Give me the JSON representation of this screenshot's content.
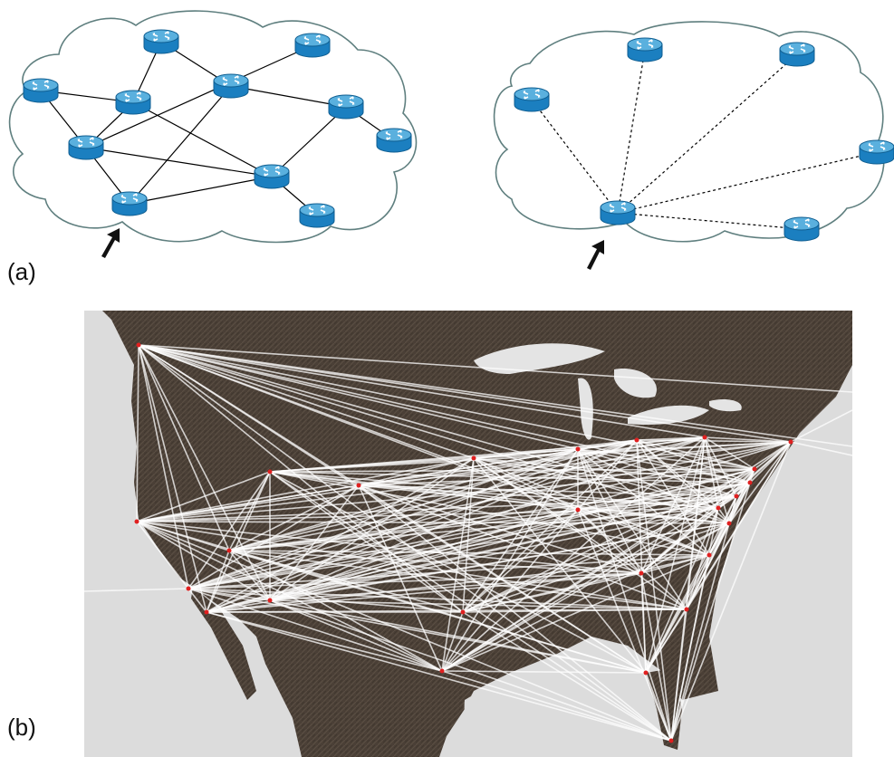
{
  "panel_labels": {
    "a": "(a)",
    "b": "(b)"
  },
  "colors": {
    "router_top": "#5ab0de",
    "router_side": "#1b7fc0",
    "router_edge": "#0f5e91",
    "cloud_stroke": "#5f7f7f",
    "link": "#000000",
    "map_land": "#4a3f36",
    "map_water": "#dcdcdc",
    "map_lakes": "#e4e4e4",
    "flow_line": "#ffffff",
    "city_dot": "#e02020"
  },
  "icons": {
    "router": "router-icon",
    "arrow": "pointer-arrow-icon"
  },
  "diagram_a": {
    "left": {
      "routers": [
        "r1",
        "r2",
        "r3",
        "r4",
        "r5",
        "r6",
        "r7",
        "r8",
        "r9",
        "r10",
        "r11"
      ],
      "links": [
        [
          "r1",
          "r3"
        ],
        [
          "r1",
          "r4"
        ],
        [
          "r2",
          "r3"
        ],
        [
          "r2",
          "r6"
        ],
        [
          "r3",
          "r4"
        ],
        [
          "r3",
          "r7"
        ],
        [
          "r4",
          "r5"
        ],
        [
          "r4",
          "r7"
        ],
        [
          "r4",
          "r8"
        ],
        [
          "r5",
          "r7"
        ],
        [
          "r5",
          "r6"
        ],
        [
          "r6",
          "r9"
        ],
        [
          "r7",
          "r9"
        ],
        [
          "r9",
          "r10"
        ],
        [
          "r7",
          "r11"
        ]
      ],
      "highlighted": "r5",
      "link_style": "solid"
    },
    "right": {
      "routers": [
        "h",
        "s1",
        "s2",
        "s3",
        "s4",
        "s5"
      ],
      "links": [
        [
          "h",
          "s1"
        ],
        [
          "h",
          "s2"
        ],
        [
          "h",
          "s3"
        ],
        [
          "h",
          "s4"
        ],
        [
          "h",
          "s5"
        ]
      ],
      "highlighted": "h",
      "link_style": "dashed"
    }
  }
}
